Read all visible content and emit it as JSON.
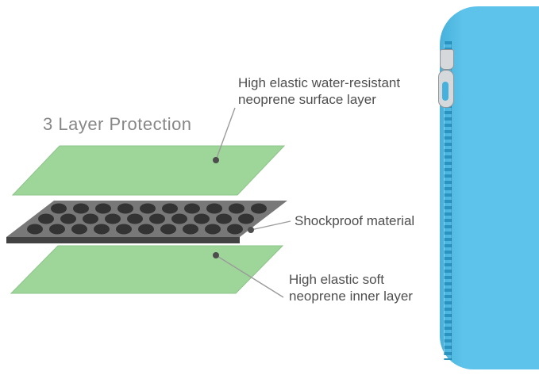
{
  "title": "3 Layer Protection",
  "labels": {
    "surface": "High elastic water-resistant\nneoprene surface layer",
    "shockproof": "Shockproof material",
    "inner": "High elastic soft\nneoprene inner layer"
  },
  "colors": {
    "layer-green": "#9ed69a",
    "layer-green-edge": "#8cc489",
    "shock-top": "#787878",
    "shock-front": "#424242",
    "shock-dot": "#333333",
    "leader-line": "#9b9b9b",
    "leader-dot": "#4d4d4d",
    "sleeve-blue": "#5ec3ea",
    "sleeve-shade": "#46b1dc",
    "zipper-teeth": "#2b93c0",
    "zipper-metal": "#d6d9db",
    "zipper-metal-edge": "#8f969b",
    "title-text": "#878787",
    "label-text": "#4f4f4f"
  }
}
